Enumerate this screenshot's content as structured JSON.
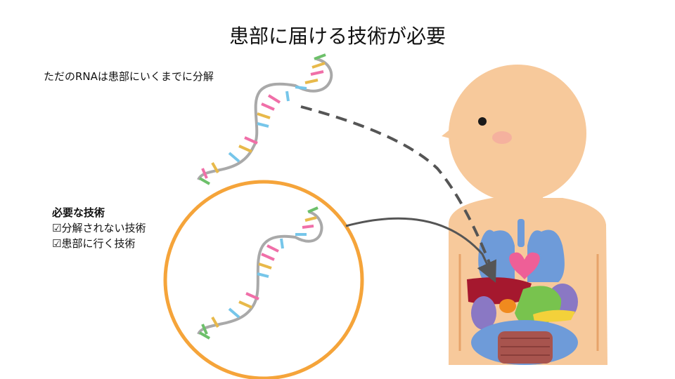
{
  "slide": {
    "title": "患部に届ける技術が必要",
    "note": "ただのRNAは患部にいくまでに分解",
    "requirements": {
      "heading": "必要な技術",
      "items": [
        "☑分解されない技術",
        "☑患部に行く技術"
      ]
    }
  },
  "colors": {
    "circle_ring": "#f5a43a",
    "dashed_arrow": "#555555",
    "solid_arrow": "#555555",
    "skin": "#f7c99b",
    "rna_backbone": "#a9a9a9",
    "rna_rungs": [
      "#e8b94a",
      "#6dc06a",
      "#f06fa8",
      "#76c6ea"
    ]
  }
}
